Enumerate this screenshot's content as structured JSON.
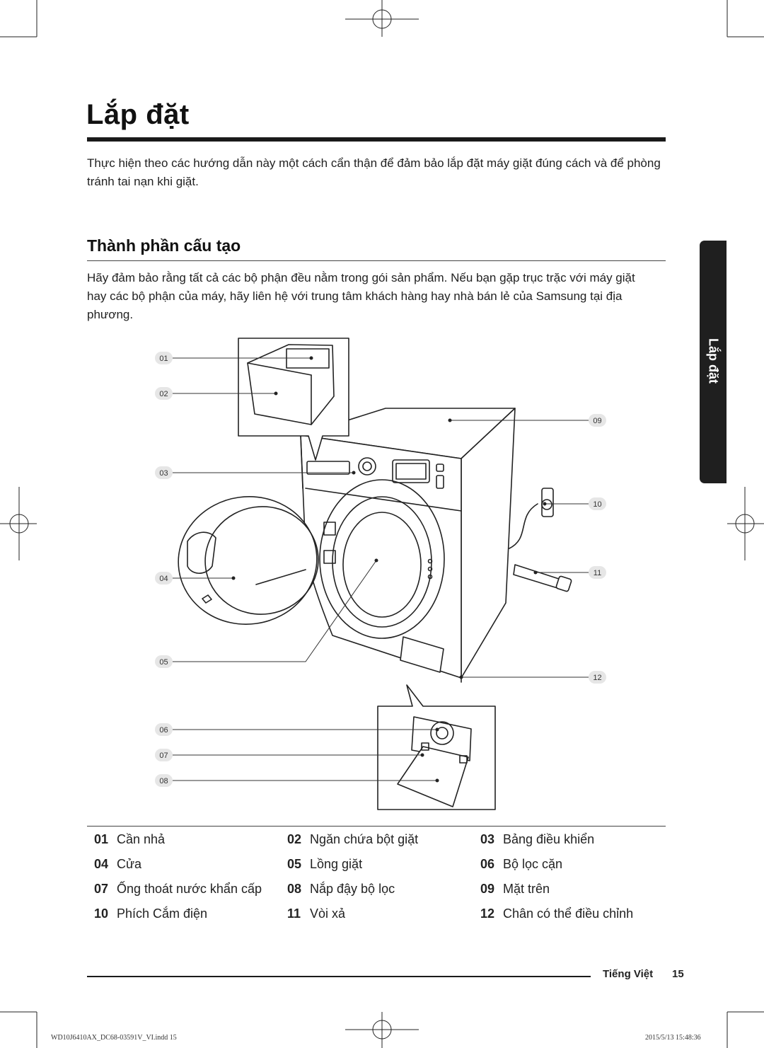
{
  "page": {
    "title": "Lắp đặt",
    "intro": "Thực hiện theo các hướng dẫn này một cách cẩn thận để đảm bảo lắp đặt máy giặt đúng cách và để phòng tránh tai nạn khi giặt."
  },
  "section": {
    "title": "Thành phần cấu tạo",
    "intro": "Hãy đảm bảo rằng tất cả các bộ phận đều nằm trong gói sản phẩm. Nếu bạn gặp trục trặc với máy giặt hay các bộ phận của máy, hãy liên hệ với trung tâm khách hàng hay nhà bán lẻ của Samsung tại địa phương."
  },
  "side_tab": {
    "label": "Lắp đặt"
  },
  "diagram": {
    "callouts": [
      "01",
      "02",
      "03",
      "04",
      "05",
      "06",
      "07",
      "08",
      "09",
      "10",
      "11",
      "12"
    ]
  },
  "legend": [
    {
      "num": "01",
      "label": "Cần nhả"
    },
    {
      "num": "02",
      "label": "Ngăn chứa bột giặt"
    },
    {
      "num": "03",
      "label": "Bảng điều khiển"
    },
    {
      "num": "04",
      "label": "Cửa"
    },
    {
      "num": "05",
      "label": "Lồng giặt"
    },
    {
      "num": "06",
      "label": "Bộ lọc cặn"
    },
    {
      "num": "07",
      "label": "Ống thoát nước khẩn cấp"
    },
    {
      "num": "08",
      "label": "Nắp đậy bộ lọc"
    },
    {
      "num": "09",
      "label": "Mặt trên"
    },
    {
      "num": "10",
      "label": "Phích Cắm điện"
    },
    {
      "num": "11",
      "label": "Vòi xả"
    },
    {
      "num": "12",
      "label": "Chân có thể điều chỉnh"
    }
  ],
  "footer": {
    "language": "Tiếng Việt",
    "page_number": "15"
  },
  "print_info": {
    "file": "WD10J6410AX_DC68-03591V_VI.indd   15",
    "datetime": "2015/5/13   15:48:36"
  }
}
